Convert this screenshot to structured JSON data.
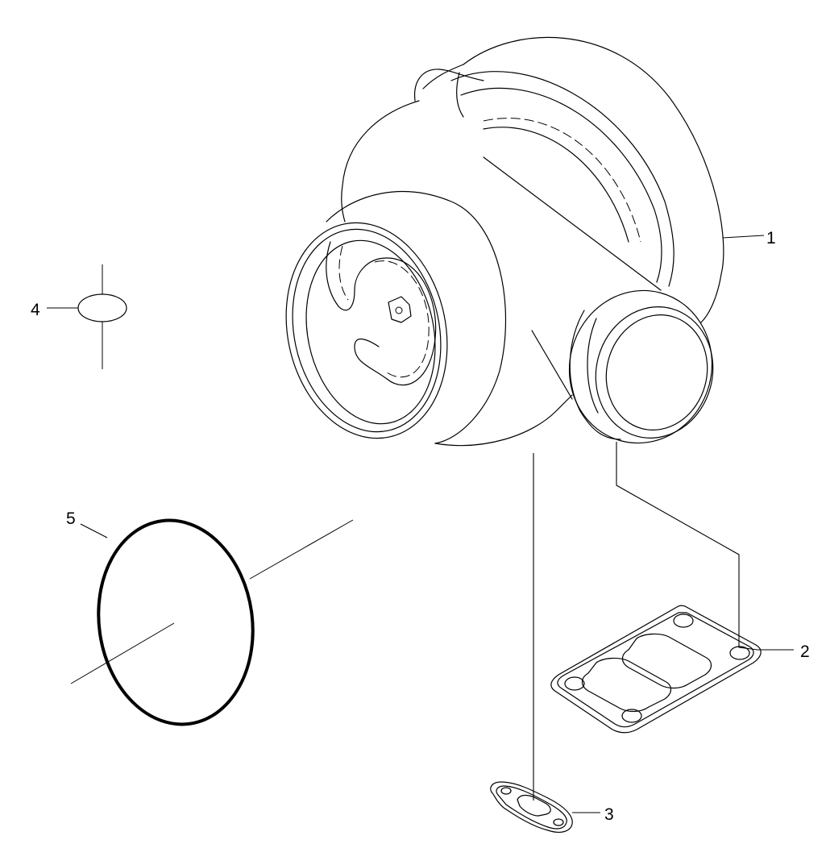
{
  "callouts": [
    {
      "id": "1",
      "part": "turbocharger"
    },
    {
      "id": "2",
      "part": "turbine-inlet-gasket"
    },
    {
      "id": "3",
      "part": "oil-drain-gasket"
    },
    {
      "id": "4",
      "part": "small-o-ring"
    },
    {
      "id": "5",
      "part": "large-o-ring"
    }
  ]
}
